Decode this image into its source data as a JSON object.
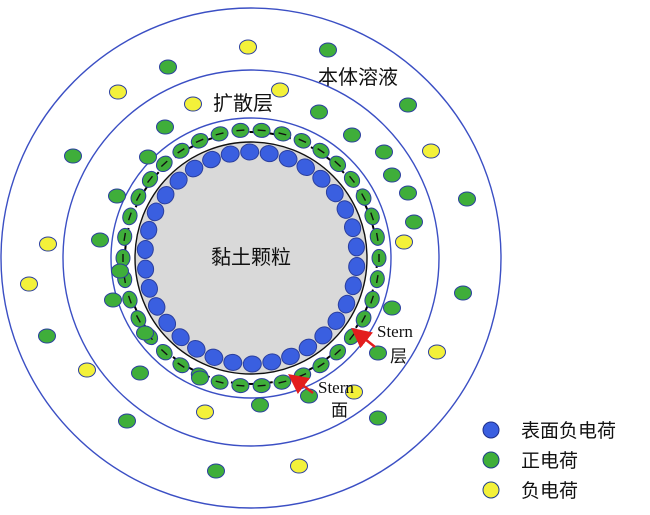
{
  "diagram": {
    "labels": {
      "particle": "黏土颗粒",
      "diffuse_layer": "扩散层",
      "bulk_solution": "本体溶液",
      "stern_layer_line1": "Stern",
      "stern_layer_line2": "层",
      "stern_plane_line1": "Stern",
      "stern_plane_line2": "面"
    },
    "legend": [
      {
        "label": "表面负电荷",
        "color": "#3a5fe0",
        "icon": "blue-circle-icon"
      },
      {
        "label": "正电荷",
        "color": "#3fae3a",
        "icon": "green-circle-icon"
      },
      {
        "label": "负电荷",
        "color": "#f3f13a",
        "icon": "yellow-circle-icon"
      }
    ],
    "colors": {
      "ring_stroke": "#3b4fc4",
      "particle_fill": "#d9d9d9",
      "arrow": "#e31d1d",
      "surface_negative": "#3a5fe0",
      "positive": "#3fae3a",
      "negative": "#f3f13a"
    }
  }
}
